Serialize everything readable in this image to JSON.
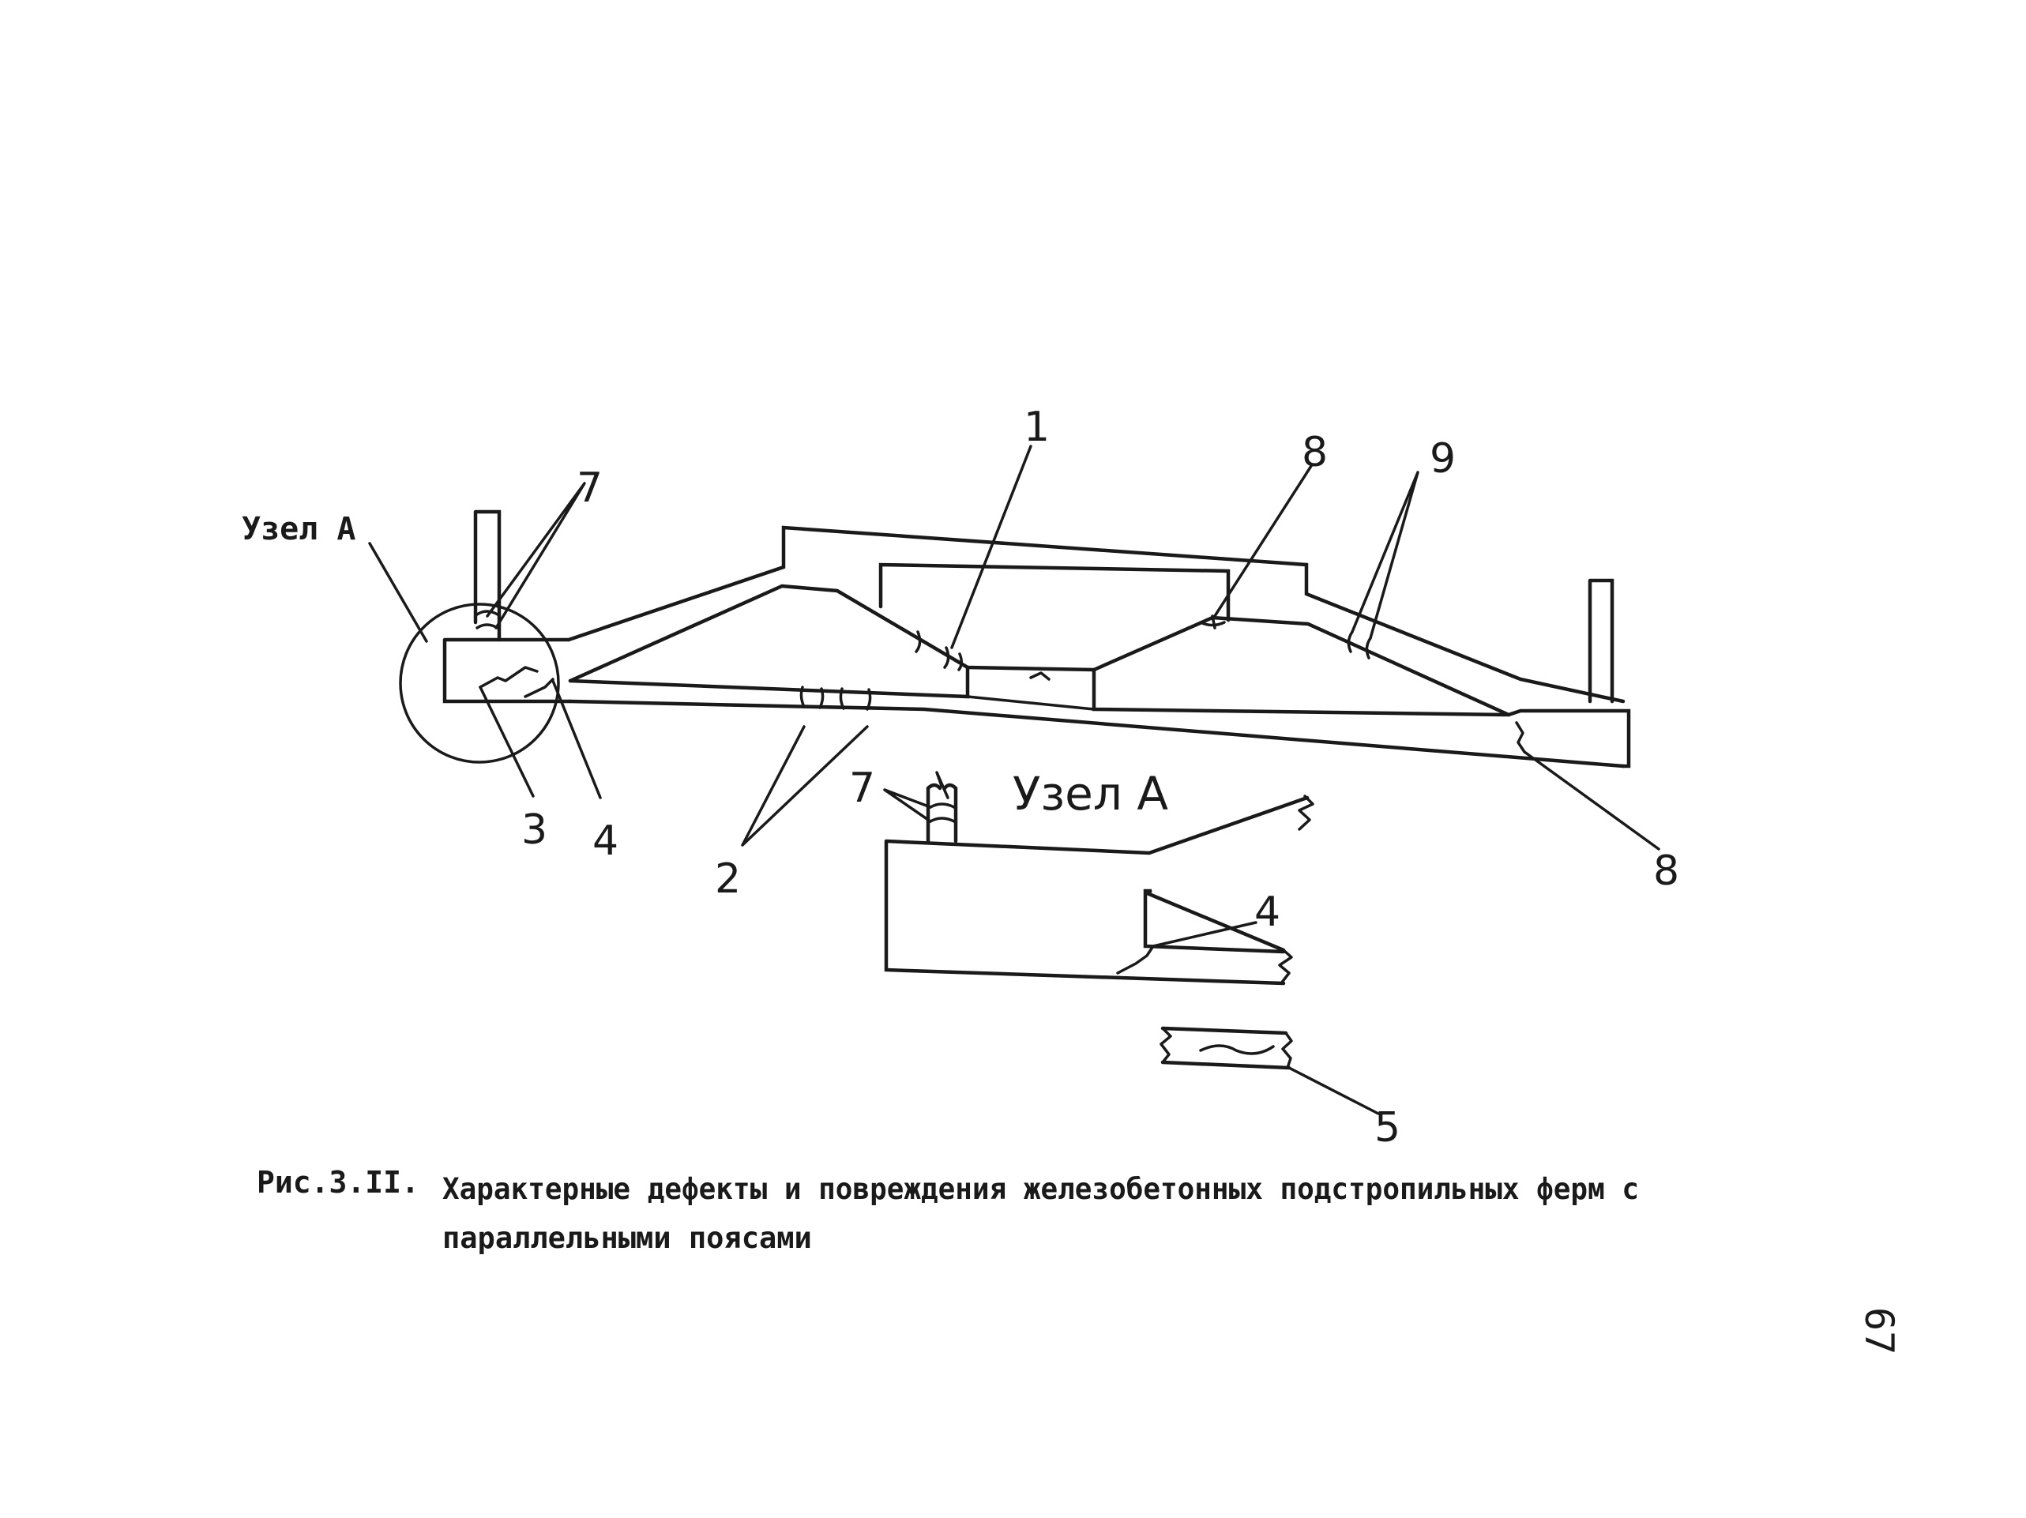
{
  "diagram": {
    "node_label": "Узел  А",
    "detail_title": "Узел А",
    "markers": {
      "m1": "1",
      "m2": "2",
      "m3": "3",
      "m4": "4",
      "m4_detail": "4",
      "m5": "5",
      "m7": "7",
      "m7_detail": "7",
      "m8_top": "8",
      "m8_bottom": "8",
      "m9": "9"
    }
  },
  "caption": {
    "prefix": "Рис.3.II.",
    "line1": "Характерные дефекты и повреждения железобетонных подстропильных ферм с",
    "line2": "параллельными поясами"
  },
  "page_number": "67"
}
